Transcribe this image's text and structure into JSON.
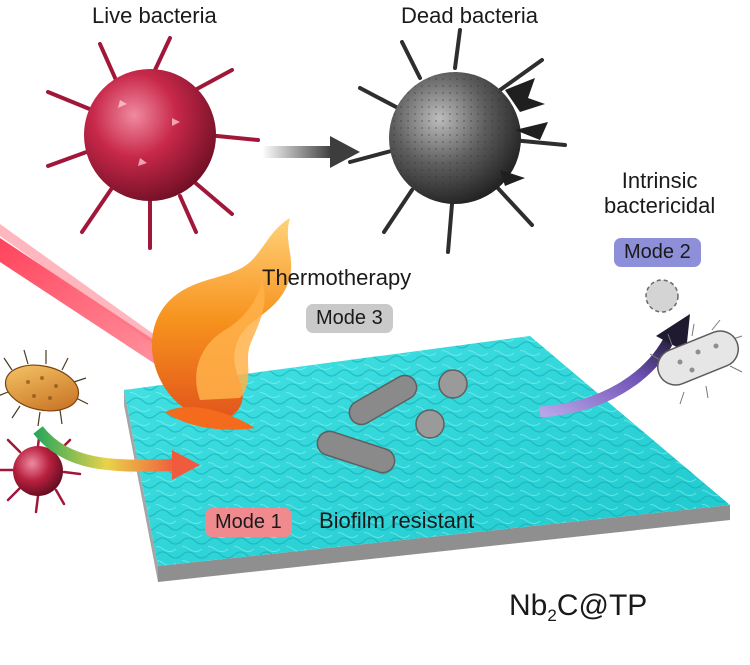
{
  "labels": {
    "live_bacteria": "Live bacteria",
    "dead_bacteria": "Dead bacteria",
    "intrinsic_line1": "Intrinsic",
    "intrinsic_line2": "bactericidal",
    "thermotherapy": "Thermotherapy",
    "biofilm_resistant": "Biofilm resistant",
    "material_base": "Nb",
    "material_sub": "2",
    "material_rest": "C@TP"
  },
  "badges": {
    "mode1": "Mode 1",
    "mode2": "Mode 2",
    "mode3": "Mode 3"
  },
  "colors": {
    "live_bacteria": "#b8203f",
    "dead_bacteria": "#3a3a3a",
    "surface": "#2ad3d6",
    "surface_side": "#9a9a9a",
    "laser": "#ff4f5f",
    "flame": "#f7931e",
    "mode1_badge": "#f08a8e",
    "mode2_badge": "#8e8fd9",
    "mode3_badge": "#c9c9c9",
    "arrow_gray": "#4d4d4d",
    "arrow_purple": "#8b6fc7"
  },
  "icons": {
    "live_bacterium": "spiky-sphere-icon",
    "dead_bacterium": "damaged-spiky-sphere-icon",
    "rod_bacterium": "rod-bacterium-icon",
    "laser": "laser-beam-icon",
    "flame": "flame-icon"
  }
}
